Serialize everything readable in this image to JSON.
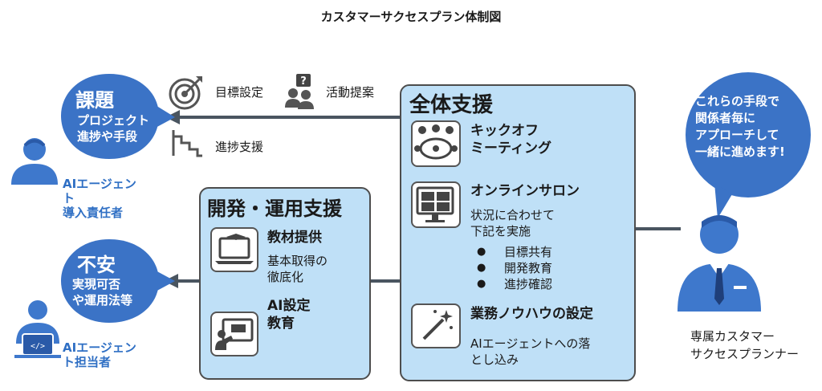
{
  "title": "カスタマーサクセスプラン体制図",
  "overall_support": {
    "title": "全体支援",
    "kickoff": {
      "line1": "キックオフ",
      "line2": "ミーティング"
    },
    "salon": {
      "title": "オンラインサロン",
      "desc1": "状況に合わせて",
      "desc2": "下記を実施",
      "bullets": [
        "目標共有",
        "開発教育",
        "進捗確認"
      ]
    },
    "knowhow": {
      "title": "業務ノウハウの設定",
      "desc1": "AIエージェントへの落",
      "desc2": "とし込み"
    }
  },
  "dev_support": {
    "title": "開発・運用支援",
    "materials": {
      "title": "教材提供",
      "desc1": "基本取得の",
      "desc2": "徹底化"
    },
    "ai_edu": {
      "line1": "AI設定",
      "line2": "教育"
    }
  },
  "top_items": {
    "goal": "目標設定",
    "activity": "活動提案",
    "progress": "進捗支援"
  },
  "bubble_issue": {
    "heading": "課題",
    "line1": "プロジェクト",
    "line2": "進捗や手段"
  },
  "bubble_anxiety": {
    "heading": "不安",
    "line1": "実現可否",
    "line2": "や運用法等"
  },
  "bubble_planner": {
    "line1": "これらの手段で",
    "line2": "関係者毎に",
    "line3": "アプローチして",
    "line4": "一緒に進めます!"
  },
  "person_top": {
    "line1": "AIエージェン",
    "line2": "ト",
    "line3": "導入責任者"
  },
  "person_bottom": {
    "line1": "AIエージェン",
    "line2": "ト担当者"
  },
  "planner": {
    "line1": "専属カスタマー",
    "line2": "サクセスプランナー"
  },
  "colors": {
    "panel": "#bfe0f7",
    "bubble": "#3b73c6",
    "accent_text": "#2f6fc4",
    "person": "#3e78cc"
  }
}
